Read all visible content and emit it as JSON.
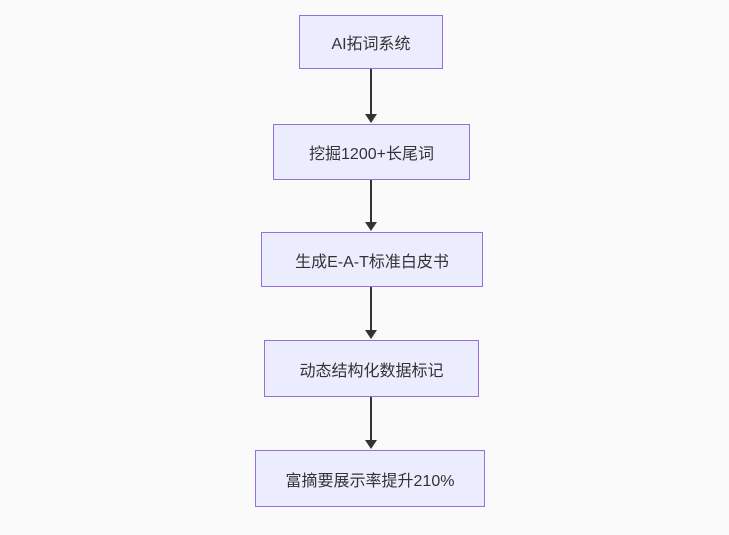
{
  "diagram": {
    "type": "flowchart",
    "direction": "top-down",
    "nodes": [
      {
        "id": "n1",
        "label": "AI拓词系统"
      },
      {
        "id": "n2",
        "label": "挖掘1200+长尾词"
      },
      {
        "id": "n3",
        "label": "生成E-A-T标准白皮书"
      },
      {
        "id": "n4",
        "label": "动态结构化数据标记"
      },
      {
        "id": "n5",
        "label": "富摘要展示率提升210%"
      }
    ],
    "edges": [
      {
        "from": "n1",
        "to": "n2",
        "style": "arrow-down"
      },
      {
        "from": "n2",
        "to": "n3",
        "style": "arrow-down"
      },
      {
        "from": "n3",
        "to": "n4",
        "style": "arrow-down"
      },
      {
        "from": "n4",
        "to": "n5",
        "style": "arrow-down"
      }
    ],
    "colors": {
      "node_fill": "#ECECFF",
      "node_border": "#9370DB",
      "node_text": "#333333",
      "arrow": "#333333",
      "background": "#fafafa"
    }
  }
}
